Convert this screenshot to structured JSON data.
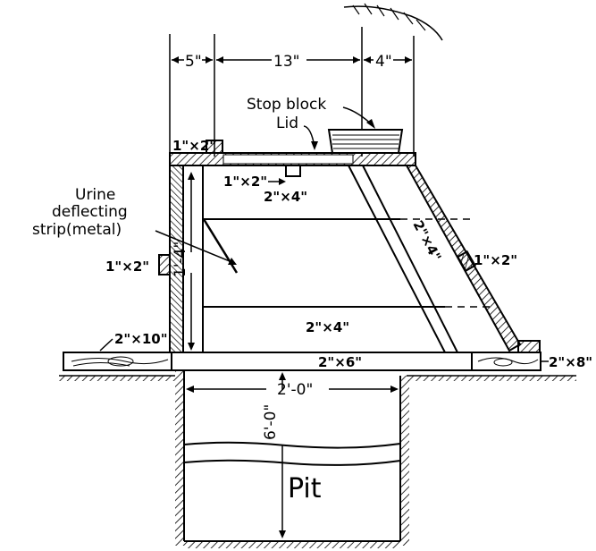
{
  "dimensions": {
    "left_width": "5\"",
    "middle_width": "13\"",
    "right_width": "4\"",
    "height": "1'-4\"",
    "pit_width": "2'-0\"",
    "pit_depth": "6'-0\""
  },
  "labels": {
    "stop_block": "Stop block",
    "lid": "Lid",
    "urine_line1": "Urine",
    "urine_line2": "deflecting",
    "urine_line3": "strip(metal)",
    "pit": "Pit",
    "cleat_top": "1\"×2\"",
    "cleat_under_lid": "1\"×2\"",
    "joist_under_lid": "2\"×4\"",
    "cleat_left": "1\"×2\"",
    "cleat_right": "1\"×2\"",
    "diagonal_brace": "2\"×4\"",
    "lower_rail": "2\"×4\"",
    "base_board": "2\"×6\"",
    "sill_left": "2\"×10\"",
    "sill_right": "2\"×8\""
  }
}
